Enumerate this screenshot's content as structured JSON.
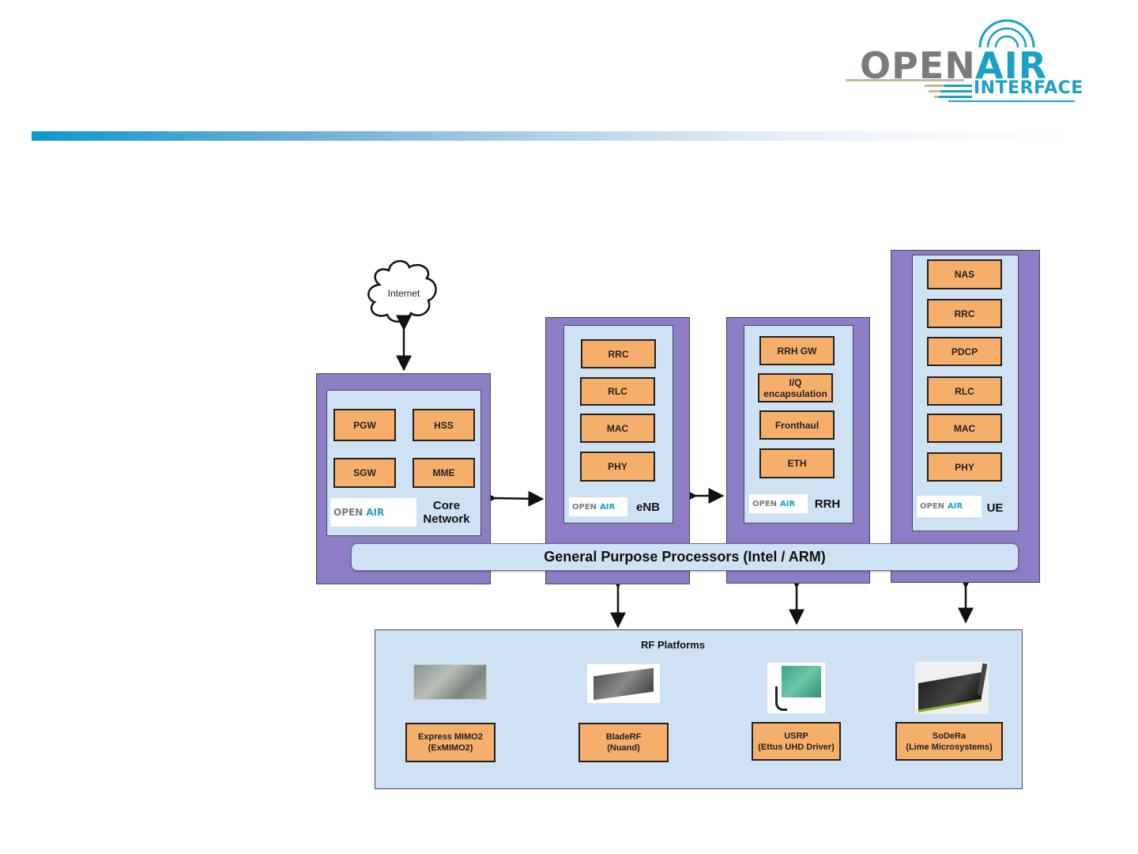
{
  "header": {
    "logo": {
      "word1": "OPEN",
      "word2": "AIR",
      "word3": "INTERFACE"
    },
    "accent_color": "#0b99cf"
  },
  "diagram": {
    "internet": {
      "label": "Internet"
    },
    "core_network": {
      "label_line1": "Core",
      "label_line2": "Network",
      "modules": [
        "PGW",
        "HSS",
        "SGW",
        "MME"
      ]
    },
    "enb": {
      "label": "eNB",
      "modules": [
        "RRC",
        "RLC",
        "MAC",
        "PHY"
      ]
    },
    "rrh": {
      "label": "RRH",
      "modules": [
        "RRH GW",
        "I/Q encapsulation",
        "Fronthaul",
        "ETH"
      ]
    },
    "ue": {
      "label": "UE",
      "modules": [
        "NAS",
        "RRC",
        "PDCP",
        "RLC",
        "MAC",
        "PHY"
      ]
    },
    "mini_logo": {
      "word1": "OPEN",
      "word2": "AIR"
    },
    "gpp": {
      "label": "General Purpose Processors (Intel / ARM)"
    },
    "rf_platforms": {
      "title": "RF Platforms",
      "items": [
        {
          "line1": "Express MIMO2",
          "line2": "(ExMIMO2)"
        },
        {
          "line1": "BladeRF",
          "line2": "(Nuand)"
        },
        {
          "line1": "USRP",
          "line2": "(Ettus UHD Driver)"
        },
        {
          "line1": "SoDeRa",
          "line2": "(Lime Microsystems)"
        }
      ]
    },
    "colors": {
      "container": "#8c7dc4",
      "inner": "#cfe2f3",
      "module": "#f6ae6b"
    }
  }
}
